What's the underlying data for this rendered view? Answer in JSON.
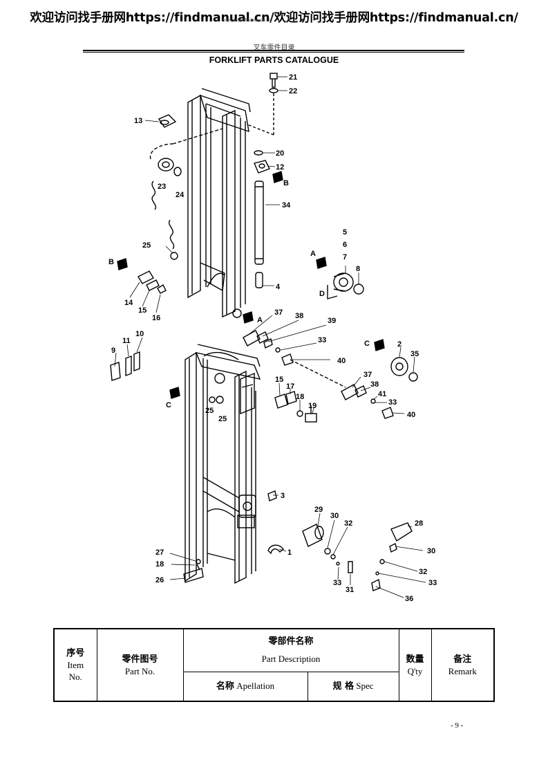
{
  "header": {
    "banner": "欢迎访问找手册网https://findmanual.cn/欢迎访问找手册网https://findmanual.cn/",
    "small_url": "https://www.findmanual.cn/"
  },
  "catalogue": {
    "title_cn": "叉车零件目录",
    "title_en": "FORKLIFT PARTS CATALOGUE"
  },
  "diagram": {
    "callouts": {
      "c21": "21",
      "c22": "22",
      "c13": "13",
      "c20": "20",
      "c12": "12",
      "cB1": "B",
      "c23": "23",
      "c24": "24",
      "c34": "34",
      "c25a": "25",
      "c5": "5",
      "c6": "6",
      "c7": "7",
      "cA1": "A",
      "c8": "8",
      "cD": "D",
      "cB2": "B",
      "c14": "14",
      "c15a": "15",
      "c16": "16",
      "c4": "4",
      "c37a": "37",
      "c38a": "38",
      "cA2": "A",
      "c39": "39",
      "c33a": "33",
      "c40a": "40",
      "c9": "9",
      "c11": "11",
      "c10": "10",
      "cC1": "C",
      "c2": "2",
      "c35": "35",
      "cC2": "C",
      "c25b": "25",
      "c25c": "25",
      "c15b": "15",
      "c17": "17",
      "c18a": "18",
      "c19": "19",
      "c37b": "37",
      "c38b": "38",
      "c41": "41",
      "c33b": "33",
      "c40b": "40",
      "c3": "3",
      "c29": "29",
      "c30a": "30",
      "c32a": "32",
      "c28": "28",
      "c1": "1",
      "c30b": "30",
      "c27": "27",
      "c18b": "18",
      "c26": "26",
      "c32b": "32",
      "c33c": "33",
      "c33d": "33",
      "c31": "31",
      "c36": "36"
    }
  },
  "table": {
    "item_cn": "序号",
    "item_en": "Item No.",
    "partno_cn": "零件图号",
    "partno_en": "Part No.",
    "desc_cn": "零部件名称",
    "desc_en": "Part Description",
    "apellation_cn": "名称",
    "apellation_en": "Apellation",
    "spec_cn": "规 格",
    "spec_en": "Spec",
    "qty_cn": "数量",
    "qty_en": "Q'ty",
    "remark_cn": "备注",
    "remark_en": "Remark"
  },
  "footer": {
    "page_number": "- 9 -"
  }
}
